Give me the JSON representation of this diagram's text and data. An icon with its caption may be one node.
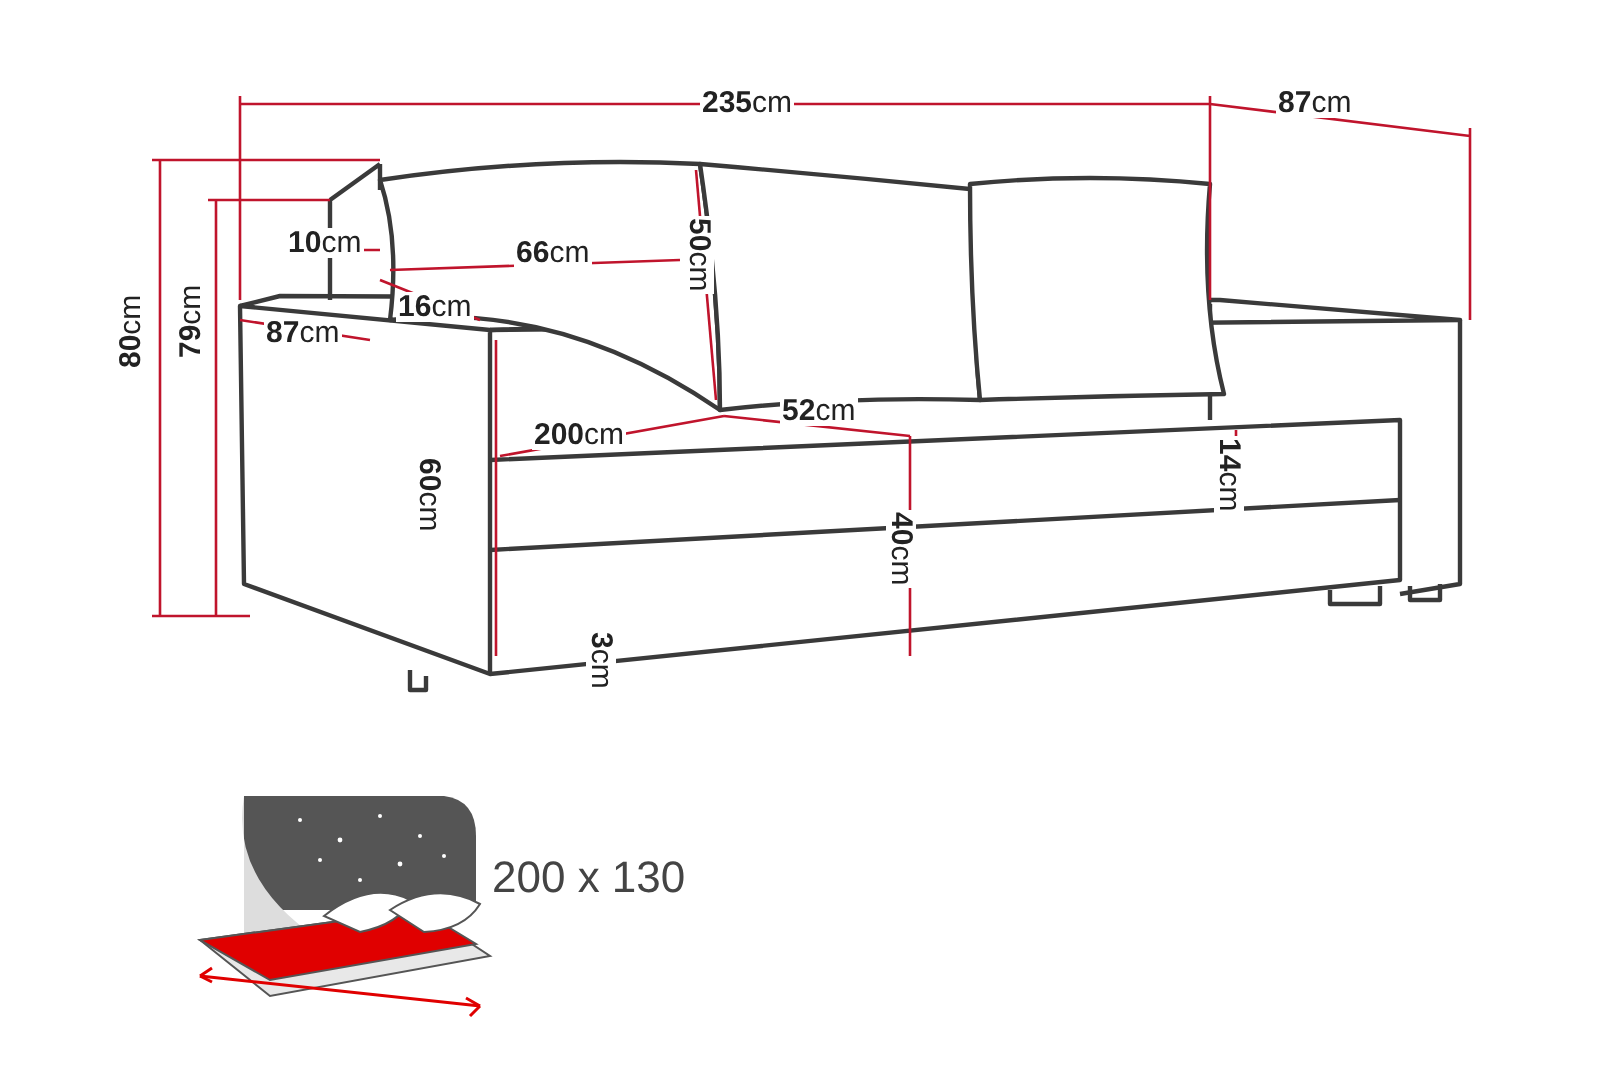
{
  "diagram": {
    "labels": [
      "**235**cm",
      "**87**cm",
      "**10**cm",
      "**66**cm",
      "**50**cm",
      "**16**cm",
      "**87**cm",
      "**80**cm",
      "**79**cm",
      "**200**cm",
      "**52**cm",
      "**60**cm",
      "**14**cm",
      "**40**cm",
      "**3**cm",
      "200 x 130"
    ]
  }
}
